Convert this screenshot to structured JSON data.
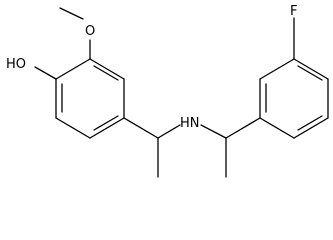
{
  "labels": {
    "hydroxyl": "HO",
    "methoxy_oxygen": "O",
    "amine": "HN",
    "fluorine": "F"
  }
}
